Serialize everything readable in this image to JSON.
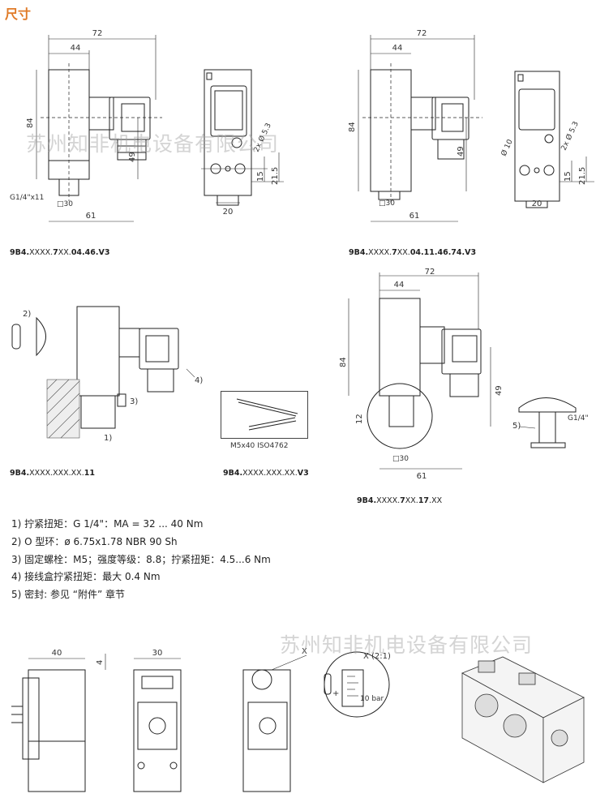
{
  "title": "尺寸",
  "variants": [
    {
      "code_parts": [
        {
          "t": "9B4.",
          "b": true
        },
        {
          "t": "XXXX.",
          "b": false
        },
        {
          "t": "7",
          "b": true
        },
        {
          "t": "XX.",
          "b": false
        },
        {
          "t": "04.46.V3",
          "b": true
        }
      ]
    },
    {
      "code_parts": [
        {
          "t": "9B4.",
          "b": true
        },
        {
          "t": "XXXX.",
          "b": false
        },
        {
          "t": "7",
          "b": true
        },
        {
          "t": "XX.",
          "b": false
        },
        {
          "t": "04.11.46.74.V3",
          "b": true
        }
      ]
    },
    {
      "code_parts": [
        {
          "t": "9B4.",
          "b": true
        },
        {
          "t": "XXXX.XXX.XX.",
          "b": false
        },
        {
          "t": "11",
          "b": true
        }
      ]
    },
    {
      "code_parts": [
        {
          "t": "9B4.",
          "b": true
        },
        {
          "t": "XXXX.XXX.XX.",
          "b": false
        },
        {
          "t": "V3",
          "b": true
        }
      ]
    },
    {
      "code_parts": [
        {
          "t": "9B4.",
          "b": true
        },
        {
          "t": "XXXX.",
          "b": false
        },
        {
          "t": "7",
          "b": true
        },
        {
          "t": "XX.",
          "b": false
        },
        {
          "t": "17",
          "b": true
        },
        {
          "t": ".XX",
          "b": false
        }
      ]
    }
  ],
  "dims": {
    "d72": "72",
    "d44": "44",
    "d84": "84",
    "d49": "49",
    "d61": "61",
    "d30": "□30",
    "d20": "20",
    "d15": "15",
    "d215": "21.5",
    "d2x53": "2x Ø 5.3",
    "d10": "Ø 10",
    "d12": "12",
    "g14x11": "G1/4\"x11",
    "g14": "G1/4\"",
    "d40": "40",
    "d4": "4",
    "d30b": "30"
  },
  "callouts": {
    "c1": "1)",
    "c2": "2)",
    "c3": "3)",
    "c4": "4)",
    "c5": "5)"
  },
  "screw_label": "M5x40  ISO4762",
  "detail": {
    "x": "X",
    "x21": "X (2:1)",
    "bar": "10 bar"
  },
  "notes": [
    "1) 拧紧扭矩：G 1/4\"：MA = 32 ... 40 Nm",
    "2) O 型环：ø 6.75x1.78 NBR 90 Sh",
    "3) 固定螺栓：M5；强度等级：8.8；拧紧扭矩：4.5...6 Nm",
    "4) 接线盒拧紧扭矩：最大 0.4 Nm",
    "5) 密封: 参见 “附件” 章节"
  ],
  "watermark": "苏州知非机电设备有限公司"
}
